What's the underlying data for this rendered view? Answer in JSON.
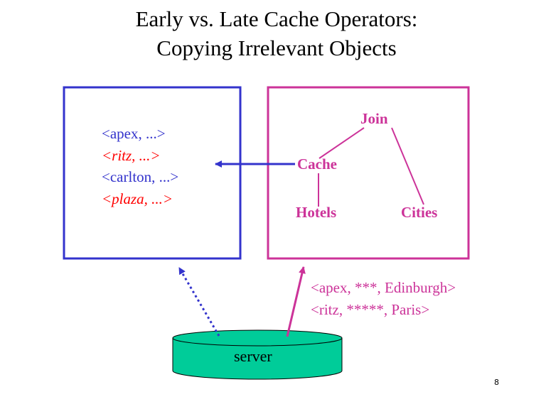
{
  "slide": {
    "title_line1": "Early vs. Late Cache Operators:",
    "title_line2": "Copying Irrelevant Objects",
    "page_number": "8"
  },
  "client_cache": {
    "tuples": [
      {
        "text": "<apex, ...>",
        "relevant": true
      },
      {
        "text": "<ritz, ...>",
        "relevant": false
      },
      {
        "text": "<carlton, ...>",
        "relevant": true
      },
      {
        "text": "<plaza, ...>",
        "relevant": false
      }
    ]
  },
  "query_plan": {
    "nodes": {
      "join": "Join",
      "cache": "Cache",
      "hotels": "Hotels",
      "cities": "Cities"
    }
  },
  "results": {
    "tuples": [
      "<apex, ***, Edinburgh>",
      "<ritz, *****, Paris>"
    ]
  },
  "server": {
    "label": "server"
  },
  "colors": {
    "client_box": "#3333cc",
    "plan_box": "#cc3399",
    "irrelevant_text": "#ff0000",
    "server_fill": "#00cc99"
  }
}
